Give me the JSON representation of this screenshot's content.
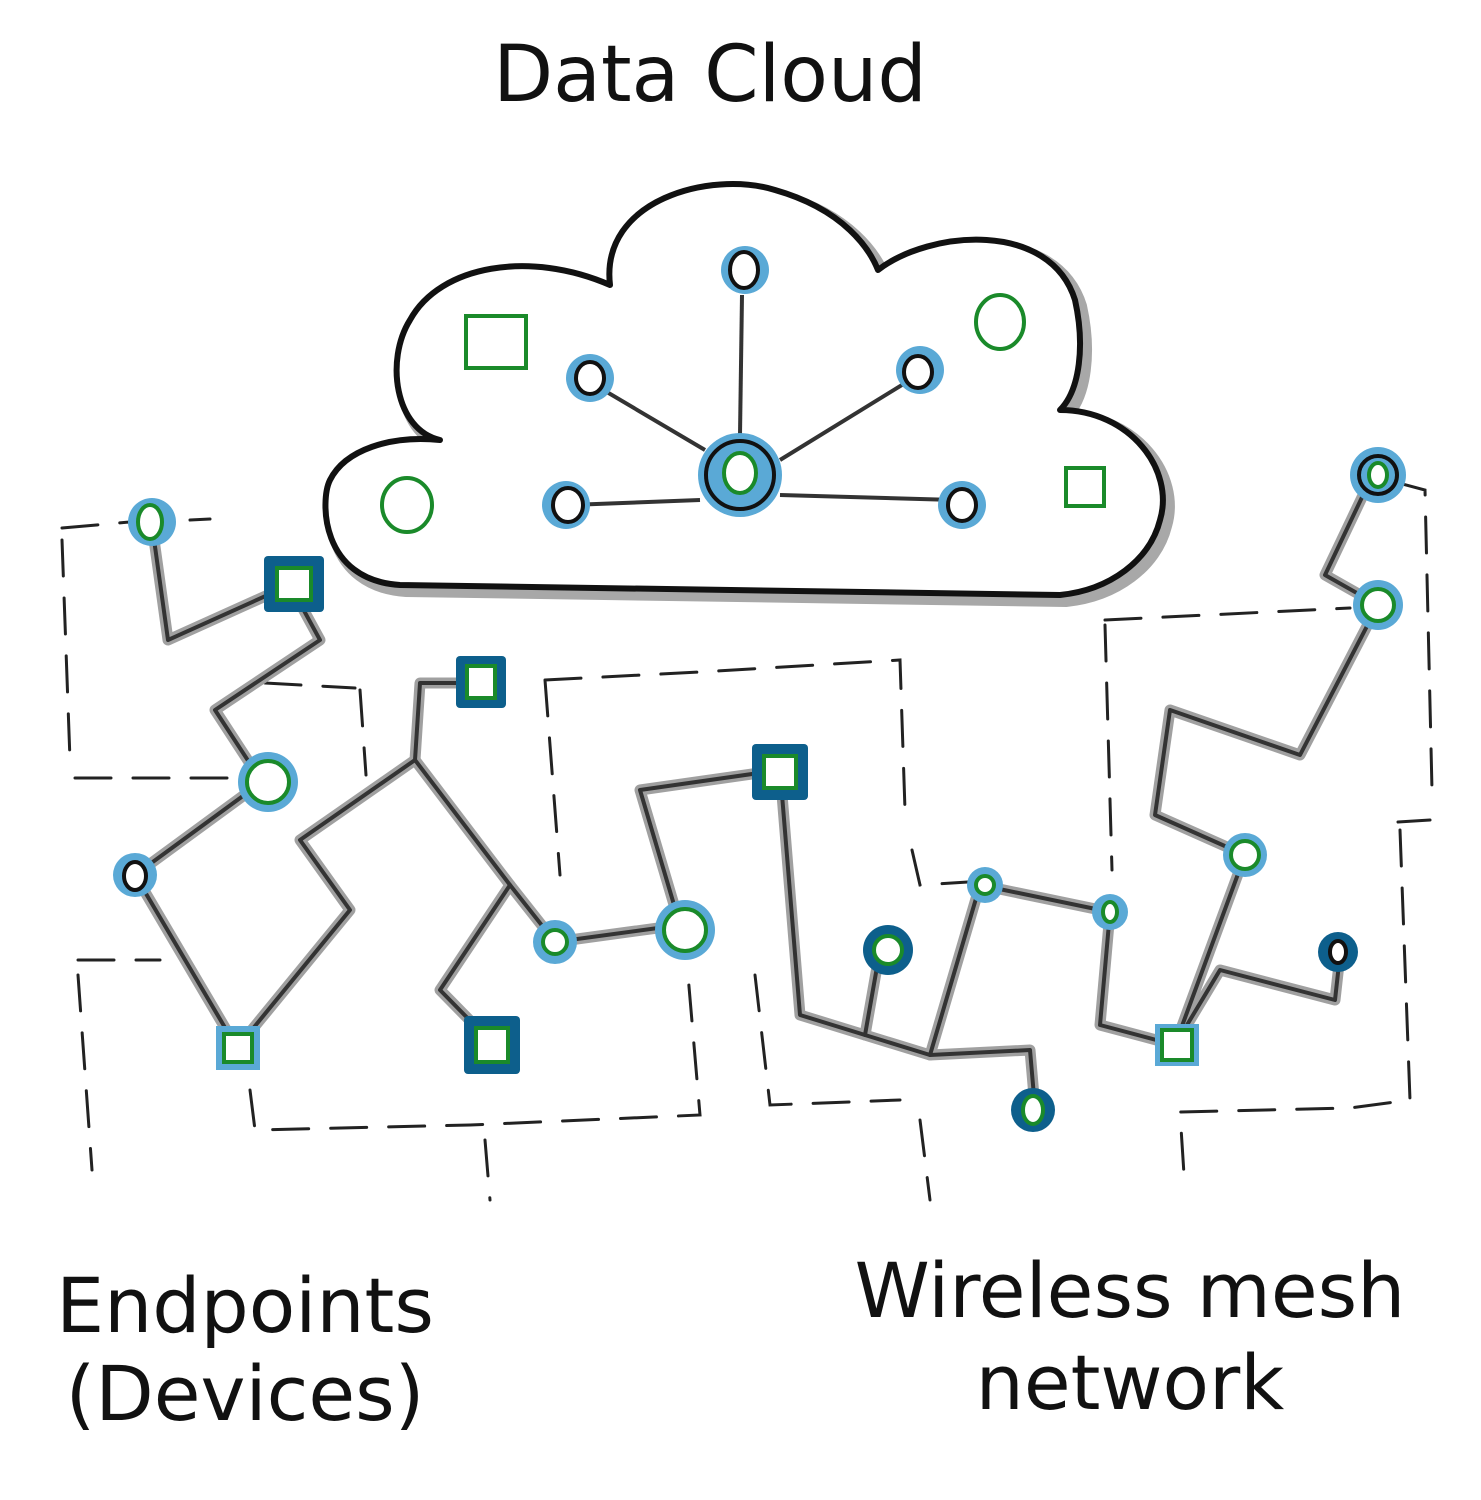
{
  "labels": {
    "cloud": "Data Cloud",
    "endpoints_line1": "Endpoints",
    "endpoints_line2": "(Devices)",
    "mesh_line1": "Wireless mesh",
    "mesh_line2": "network"
  },
  "colors": {
    "ink": "#111111",
    "shadow": "#a0a0a0",
    "node_light_blue": "#5aa9d6",
    "node_dark_blue": "#0d5f8c",
    "node_green": "#1a8a2a",
    "dash": "#222222"
  },
  "icons": {
    "cloud": "cloud-icon",
    "hub": "hub-node-icon",
    "node_circle": "circle-node-icon",
    "node_square": "square-node-icon"
  }
}
